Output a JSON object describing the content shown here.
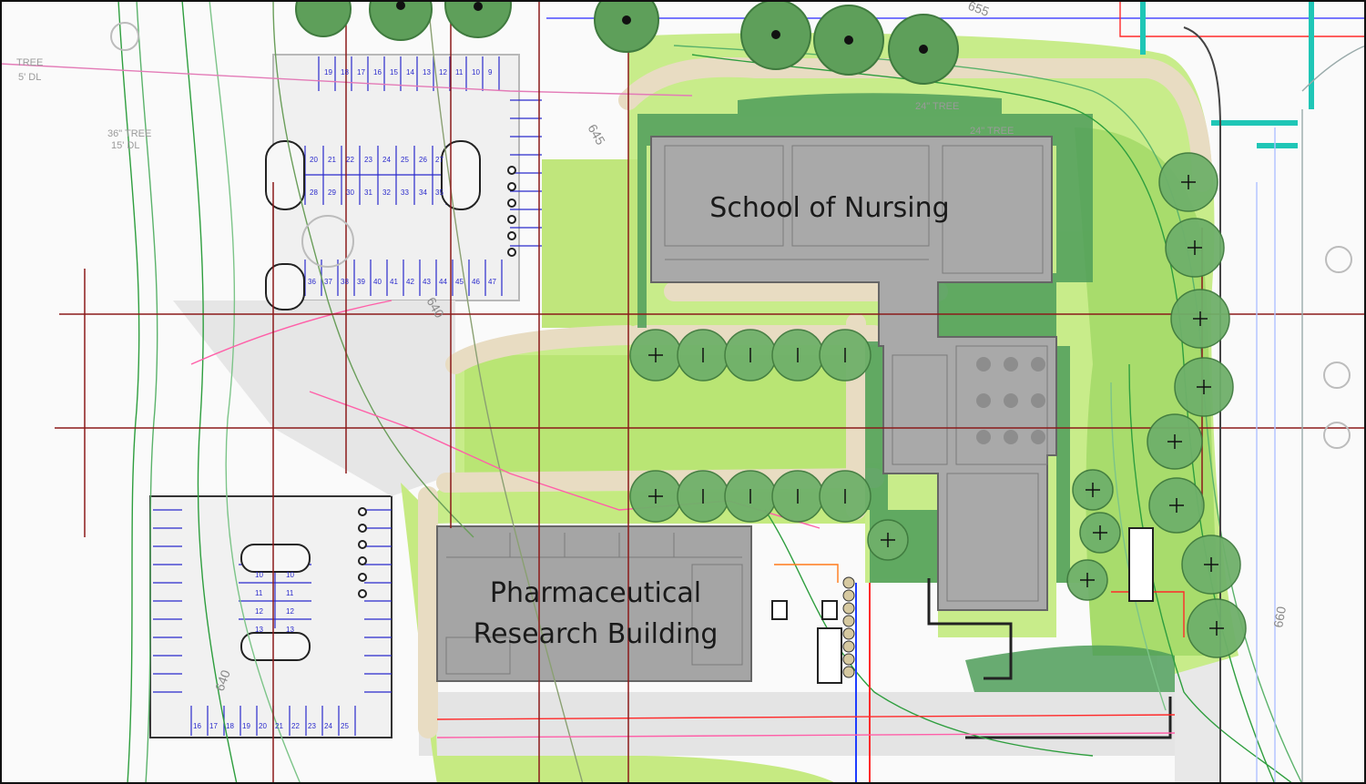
{
  "map": {
    "buildings": {
      "nursing": "School of Nursing",
      "pharma_line1": "Pharmaceutical",
      "pharma_line2": "Research Building"
    },
    "tree_notes": {
      "left_tree": "TREE",
      "left_dl": "5' DL",
      "tree_36": "36\" TREE",
      "dl_15": "15' DL",
      "tree_24a": "24\" TREE",
      "tree_24b": "24\" TREE"
    },
    "contours": {
      "c655": "655",
      "c645": "645",
      "c640a": "640",
      "c640b": "640",
      "c660": "660"
    },
    "north_lot_row1": [
      "19",
      "18",
      "17",
      "16",
      "15",
      "14",
      "13",
      "12",
      "11",
      "10",
      "9"
    ],
    "north_lot_row2": [
      "20",
      "21",
      "22",
      "23",
      "24",
      "25",
      "26",
      "27"
    ],
    "north_lot_row3": [
      "28",
      "29",
      "30",
      "31",
      "32",
      "33",
      "34",
      "35"
    ],
    "north_lot_row4": [
      "36",
      "37",
      "38",
      "39",
      "40",
      "41",
      "42",
      "43",
      "44",
      "45",
      "46",
      "47"
    ],
    "south_lot_bottom": [
      "16",
      "17",
      "18",
      "19",
      "20",
      "21",
      "22",
      "23",
      "24",
      "25"
    ],
    "south_lot_center_left": [
      "10",
      "11",
      "12",
      "13"
    ],
    "south_lot_center_right": [
      "10",
      "11",
      "12",
      "13"
    ],
    "colors": {
      "lawn_light": "#c8ec8a",
      "lawn_mid": "#a9dc6a",
      "planting_dark": "#4f9e5a",
      "building_gray": "#a8a8a8",
      "walk_tan": "#e9dfc7",
      "pavement_gray": "#e3e3e3",
      "grid_red": "#8b1a1a",
      "parking_blue": "#2a2acc",
      "utility_teal": "#1fc6b6",
      "pink_line": "#ff5fa8"
    },
    "icons": [
      "deciduous-tree-icon",
      "parking-stall-icon",
      "accessible-parking-icon"
    ]
  }
}
